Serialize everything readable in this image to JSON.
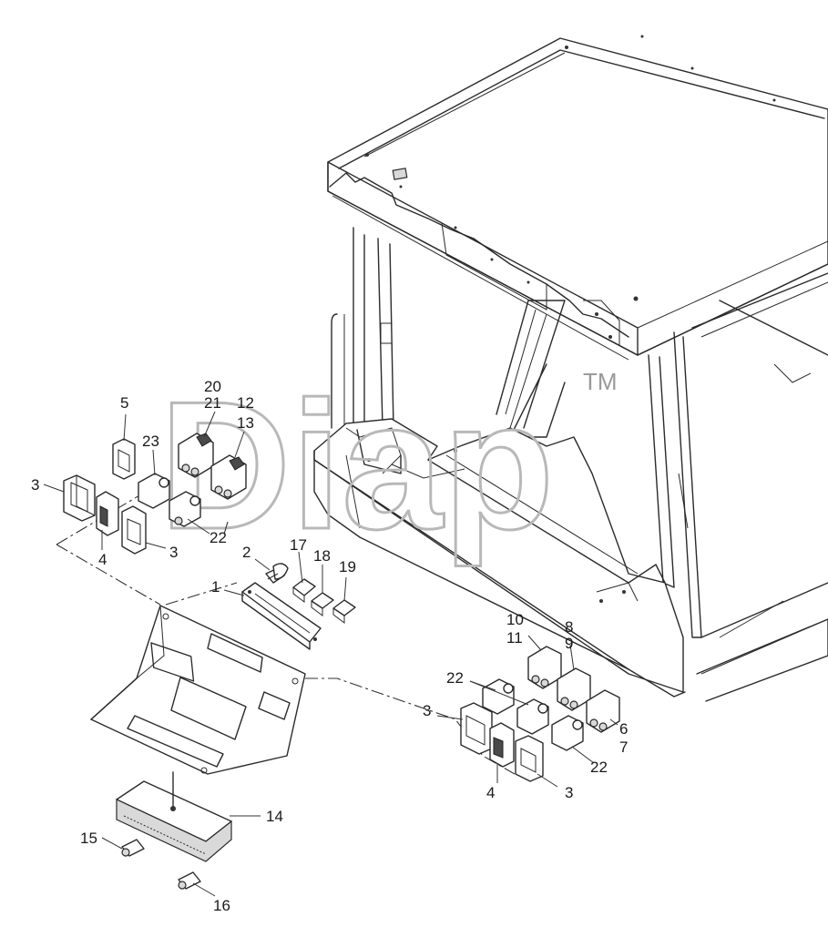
{
  "watermark": {
    "text": "Diap",
    "tm": "TM"
  },
  "callouts": [
    {
      "id": "c1",
      "text": "1"
    },
    {
      "id": "c2",
      "text": "2"
    },
    {
      "id": "c3a",
      "text": "3"
    },
    {
      "id": "c3b",
      "text": "3"
    },
    {
      "id": "c3c",
      "text": "3"
    },
    {
      "id": "c3d",
      "text": "3"
    },
    {
      "id": "c4a",
      "text": "4"
    },
    {
      "id": "c4b",
      "text": "4"
    },
    {
      "id": "c5",
      "text": "5"
    },
    {
      "id": "c6",
      "text": "6"
    },
    {
      "id": "c7",
      "text": "7"
    },
    {
      "id": "c8",
      "text": "8"
    },
    {
      "id": "c9",
      "text": "9"
    },
    {
      "id": "c10",
      "text": "10"
    },
    {
      "id": "c11",
      "text": "11"
    },
    {
      "id": "c12",
      "text": "12"
    },
    {
      "id": "c13",
      "text": "13"
    },
    {
      "id": "c14",
      "text": "14"
    },
    {
      "id": "c15",
      "text": "15"
    },
    {
      "id": "c16",
      "text": "16"
    },
    {
      "id": "c17",
      "text": "17"
    },
    {
      "id": "c18",
      "text": "18"
    },
    {
      "id": "c19",
      "text": "19"
    },
    {
      "id": "c20",
      "text": "20"
    },
    {
      "id": "c21",
      "text": "21"
    },
    {
      "id": "c22a",
      "text": "22"
    },
    {
      "id": "c22b",
      "text": "22"
    },
    {
      "id": "c22c",
      "text": "22"
    },
    {
      "id": "c23",
      "text": "23"
    }
  ]
}
